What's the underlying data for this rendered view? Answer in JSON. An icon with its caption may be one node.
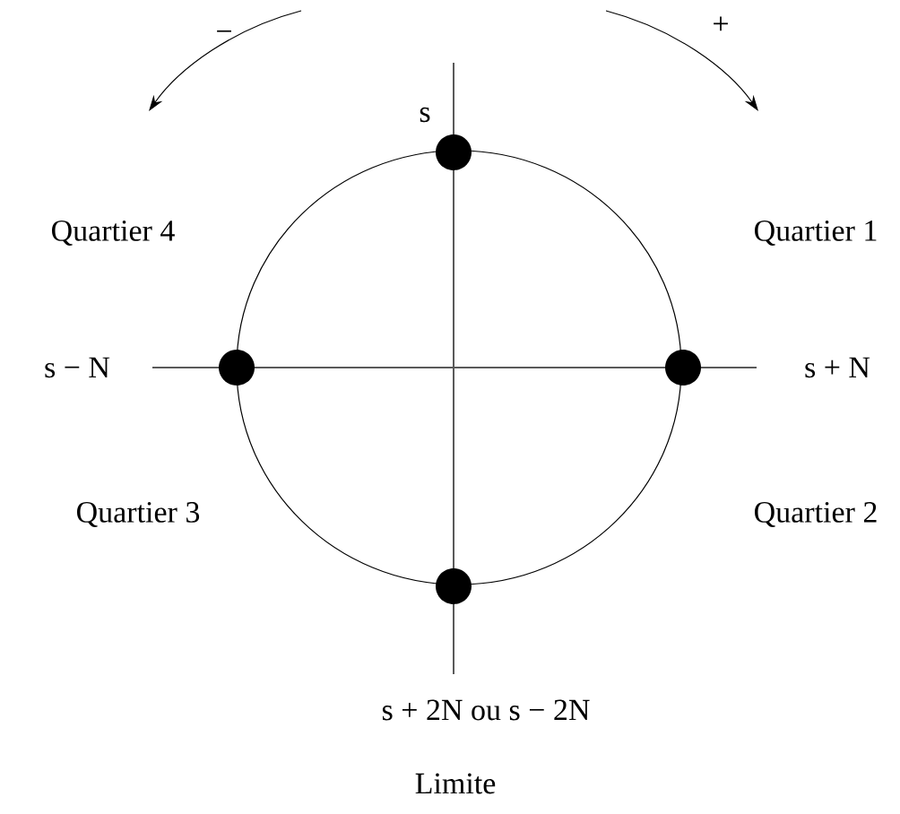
{
  "diagram": {
    "labels": [
      "−",
      "+",
      "s",
      "Quartier 4",
      "Quartier 1",
      "s − N",
      "s + N",
      "Quartier 3",
      "Quartier 2",
      "s + 2N ou s − 2N",
      "Limite"
    ]
  }
}
